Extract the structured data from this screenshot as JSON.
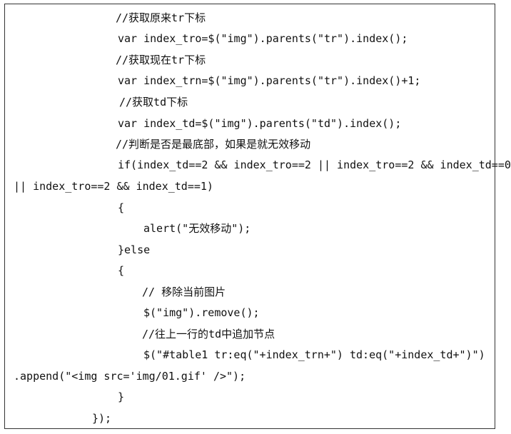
{
  "code_lines": [
    "//获取原来tr下标",
    "var index_tro=$(\"img\").parents(\"tr\").index();",
    "//获取现在tr下标",
    "var index_trn=$(\"img\").parents(\"tr\").index()+1;",
    "//获取td下标",
    "var index_td=$(\"img\").parents(\"td\").index();",
    "//判断是否是最底部，如果是就无效移动",
    "if(index_td==2 && index_tro==2 || index_tro==2 && index_td==0",
    "|| index_tro==2 && index_td==1)",
    "{",
    "alert(\"无效移动\");",
    "}else",
    "{",
    "// 移除当前图片",
    "$(\"img\").remove();",
    "//往上一行的td中追加节点",
    "$(\"#table1 tr:eq(\"+index_trn+\") td:eq(\"+index_td+\")\")",
    ".append(\"<img src='img/01.gif' />\");",
    "}",
    "});"
  ]
}
